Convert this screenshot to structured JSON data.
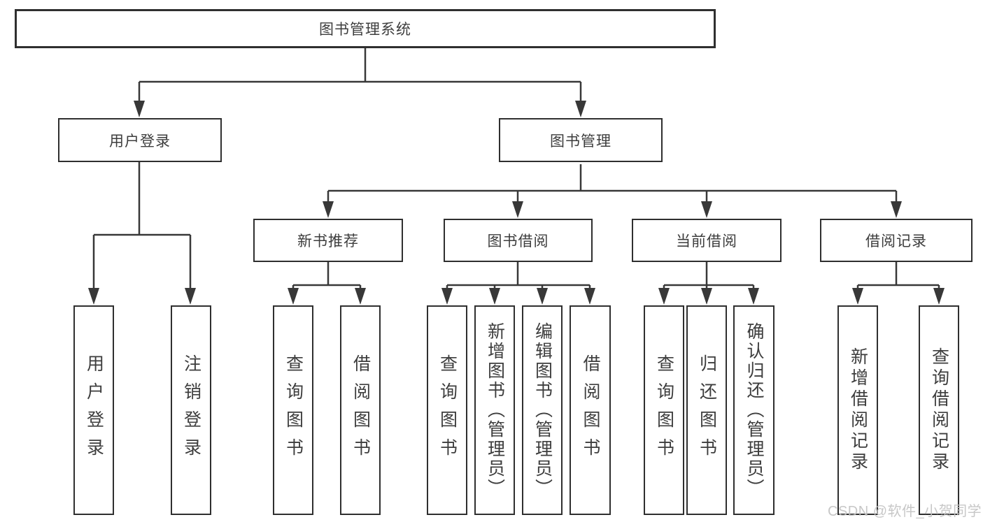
{
  "diagram": {
    "title": "图书管理系统",
    "root": {
      "label": "图书管理系统"
    },
    "level2": [
      {
        "id": "user-login",
        "label": "用户登录"
      },
      {
        "id": "book-management",
        "label": "图书管理"
      }
    ],
    "level3": [
      {
        "id": "new-book-recommendation",
        "label": "新书推荐"
      },
      {
        "id": "book-borrowing",
        "label": "图书借阅"
      },
      {
        "id": "current-borrowing",
        "label": "当前借阅"
      },
      {
        "id": "borrowing-records",
        "label": "借阅记录"
      }
    ],
    "level4": [
      {
        "id": "leaf-user-login",
        "label": "用户登录"
      },
      {
        "id": "leaf-logout",
        "label": "注销登录"
      },
      {
        "id": "leaf-query-books-recommend",
        "label": "查询图书"
      },
      {
        "id": "leaf-borrow-books-recommend",
        "label": "借阅图书"
      },
      {
        "id": "leaf-query-books-borrowing",
        "label": "查询图书"
      },
      {
        "id": "leaf-add-books-admin",
        "label": "新增图书（管理员）"
      },
      {
        "id": "leaf-edit-books-admin",
        "label": "编辑图书（管理员）"
      },
      {
        "id": "leaf-borrow-books",
        "label": "借阅图书"
      },
      {
        "id": "leaf-query-books-current",
        "label": "查询图书"
      },
      {
        "id": "leaf-return-books",
        "label": "归还图书"
      },
      {
        "id": "leaf-confirm-return-admin",
        "label": "确认归还（管理员）"
      },
      {
        "id": "leaf-add-borrow-record",
        "label": "新增借阅记录"
      },
      {
        "id": "leaf-query-borrow-record",
        "label": "查询借阅记录"
      }
    ]
  },
  "watermark": {
    "text": "CSDN @软件_小贺同学"
  },
  "colors": {
    "background": "#ffffff",
    "line": "#383838",
    "border": "#2f2f2f",
    "text": "#3d3d3d",
    "watermark": "#c3c3c3"
  }
}
